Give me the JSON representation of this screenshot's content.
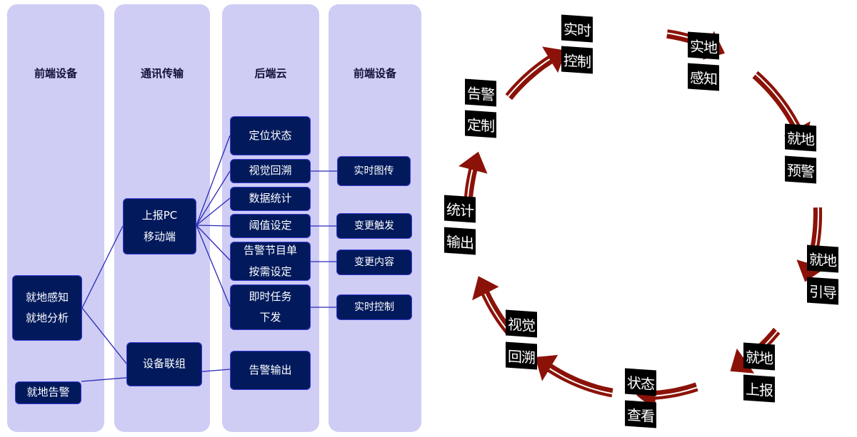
{
  "left_diagram": {
    "columns": [
      {
        "title": "前端设备"
      },
      {
        "title": "通讯传输"
      },
      {
        "title": "后端云"
      },
      {
        "title": "前端设备"
      }
    ],
    "nodes": {
      "local_sense": [
        "就地感知",
        "就地分析"
      ],
      "local_alarm": "就地告警",
      "report_pc": [
        "上报PC",
        "移动端"
      ],
      "device_group": "设备联组",
      "position_status": "定位状态",
      "visual_trace": "视觉回溯",
      "data_stats": "数据统计",
      "threshold_set": "阈值设定",
      "alarm_program": [
        "告警节目单",
        "按需设定"
      ],
      "instant_task": [
        "即时任务",
        "下发"
      ],
      "alarm_output": "告警输出",
      "realtime_image": "实时图传",
      "change_trigger": "变更触发",
      "change_content": "变更内容",
      "realtime_control": "实时控制"
    },
    "colors": {
      "column_bg": "#cfcdf4",
      "node_bg": "#021a5c",
      "node_border": "#3a3ad8",
      "link": "#2a2ab8"
    }
  },
  "cycle_diagram": {
    "steps": [
      {
        "line1": "实时",
        "line2": "控制"
      },
      {
        "line1": "实地",
        "line2": "感知"
      },
      {
        "line1": "就地",
        "line2": "预警"
      },
      {
        "line1": "就地",
        "line2": "引导"
      },
      {
        "line1": "就地",
        "line2": "上报"
      },
      {
        "line1": "状态",
        "line2": "查看"
      },
      {
        "line1": "视觉",
        "line2": "回溯"
      },
      {
        "line1": "统计",
        "line2": "输出"
      },
      {
        "line1": "告警",
        "line2": "定制"
      }
    ],
    "colors": {
      "arrow": "#8b1208",
      "label_bg": "#000000",
      "label_text": "#ffffff"
    }
  }
}
